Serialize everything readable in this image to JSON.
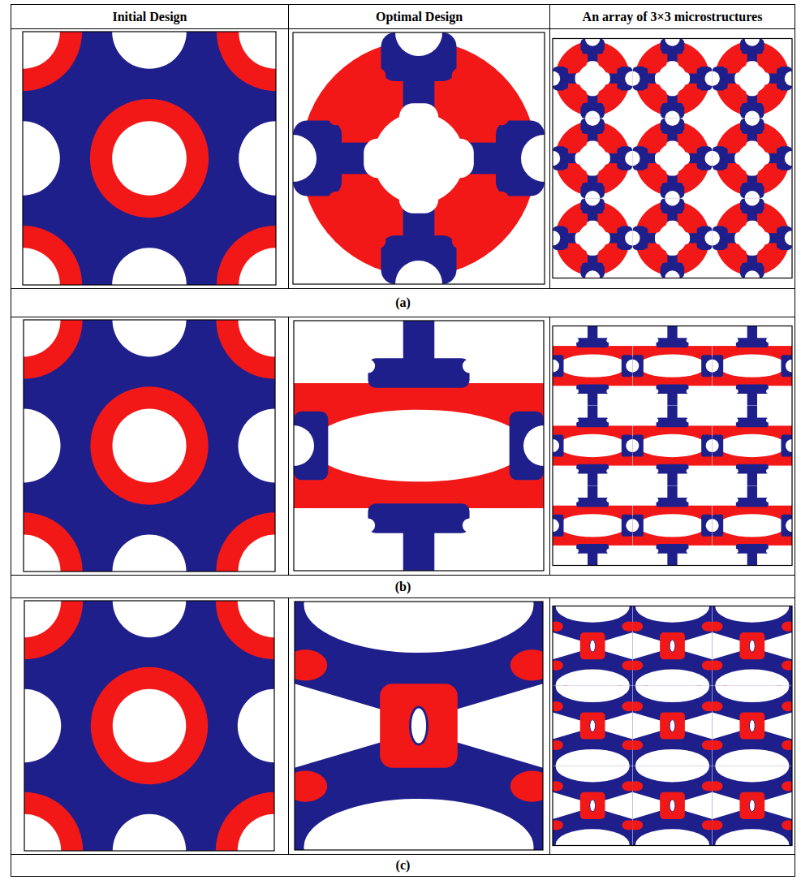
{
  "diagram": {
    "nodes": [
      {
        "text": [
          "Initial Design"
        ]
      },
      {
        "text": [
          "Optimal Design"
        ]
      },
      {
        "text": [
          "An array of 3×3 microstructures"
        ]
      },
      {
        "text": [
          "(a)"
        ]
      },
      {
        "text": [
          "(b)"
        ]
      },
      {
        "text": [
          "(c)"
        ]
      }
    ]
  }
}
